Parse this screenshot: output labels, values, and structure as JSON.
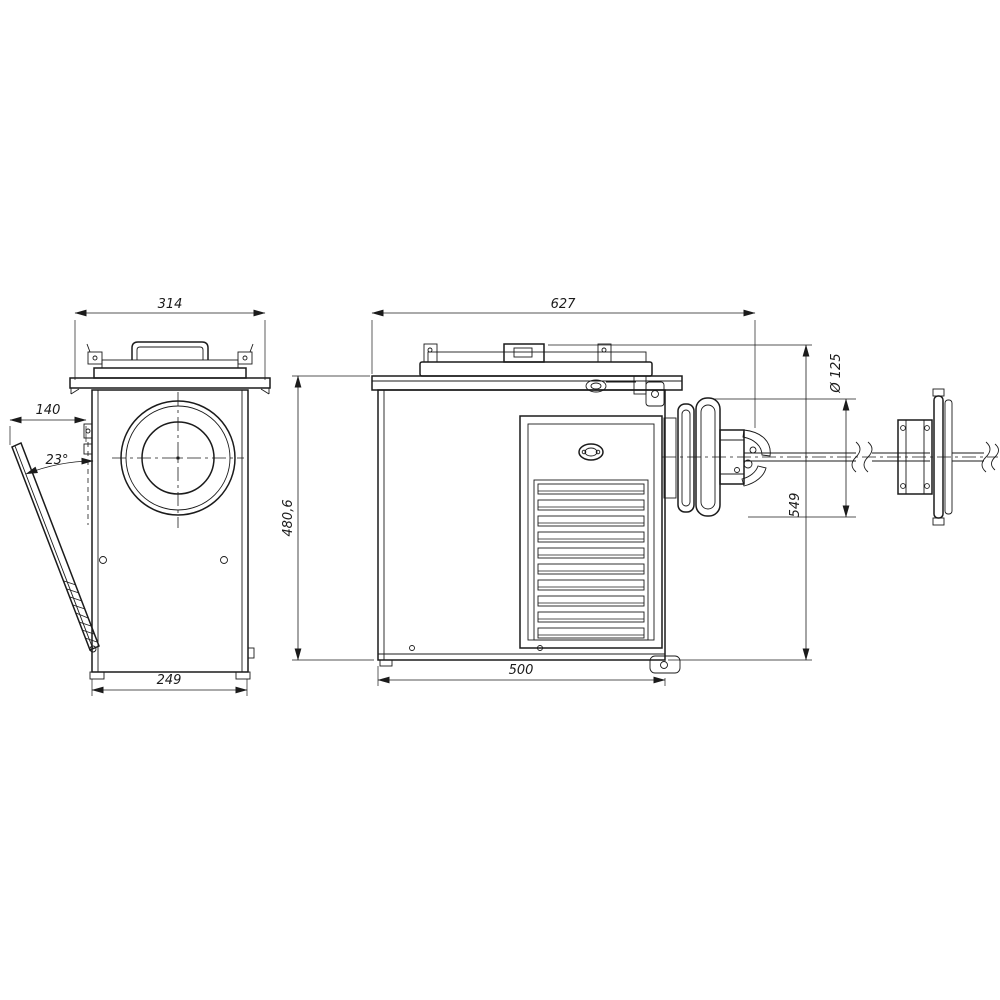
{
  "drawing": {
    "type": "technical-orthographic-drawing",
    "background": "#ffffff",
    "line_color": "#1b1b1b",
    "front_view": {
      "name": "front view with open door",
      "dims": {
        "top_width": "314",
        "door_projection": "140",
        "door_angle": "23°",
        "base_width": "249"
      }
    },
    "side_view": {
      "name": "side view with flue pipe",
      "dims": {
        "top_width": "627",
        "body_height": "480,6",
        "base_width": "500",
        "overall_height": "549",
        "flue_diameter": "Ø 125"
      }
    }
  }
}
